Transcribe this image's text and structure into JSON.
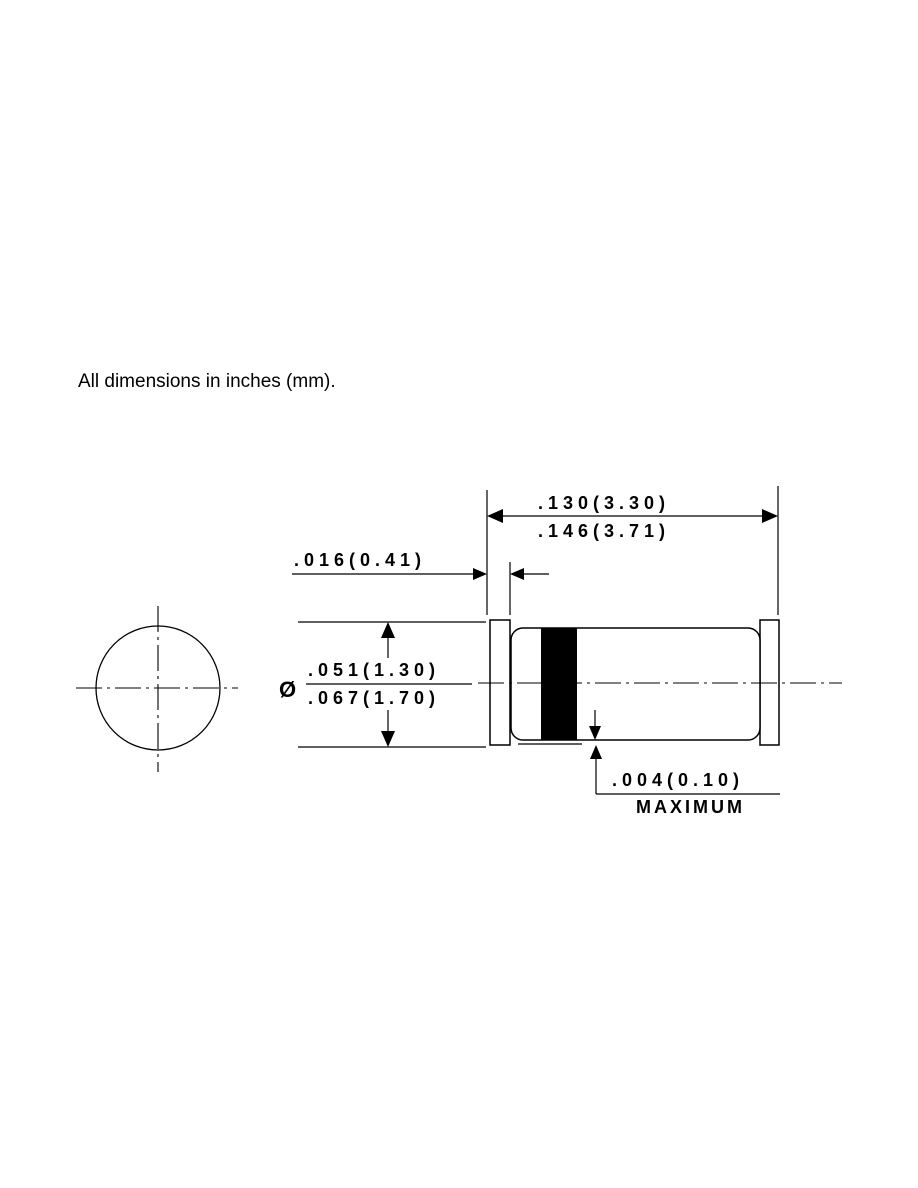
{
  "note": "All dimensions in inches (mm).",
  "dimensions": {
    "length_min": ".130(3.30)",
    "length_max": ".146(3.71)",
    "cap_width": ".016(0.41)",
    "diameter_symbol": "Ø",
    "diameter_min": ".051(1.30)",
    "diameter_max": ".067(1.70)",
    "gap": ".004(0.10)",
    "gap_qualifier": "MAXIMUM"
  }
}
